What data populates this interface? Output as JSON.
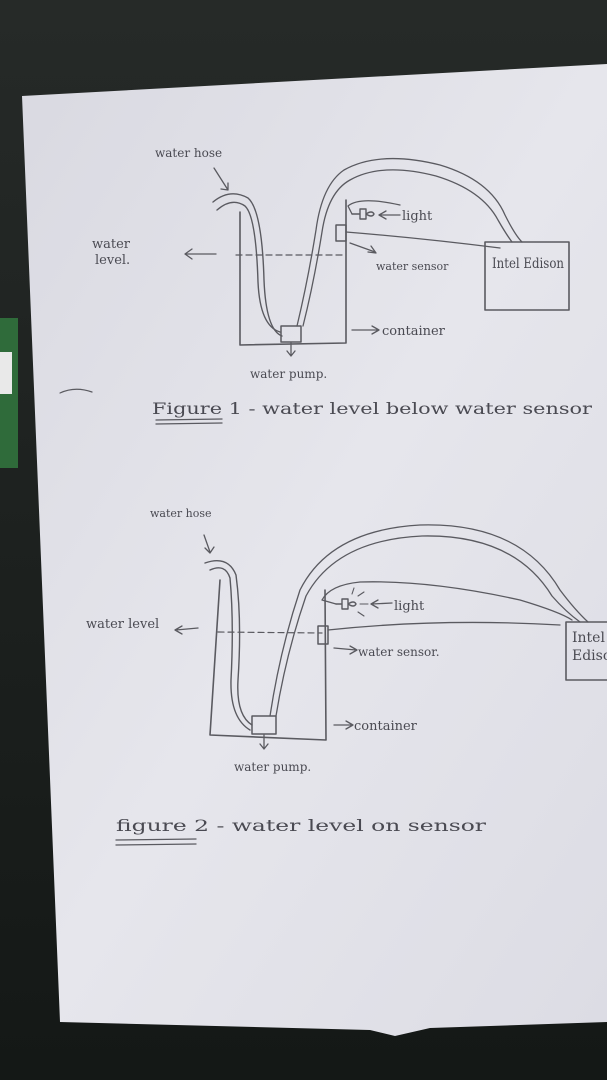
{
  "figure1": {
    "water_hose": "water hose",
    "water_level": "water level.",
    "light": "light",
    "water_sensor": "water sensor",
    "board": "Intel Edison",
    "container": "container",
    "water_pump": "water pump.",
    "caption": "Figure 1 - water level below water sensor"
  },
  "figure2": {
    "water_hose": "water hose",
    "water_level": "water level",
    "light": "light",
    "water_sensor": "water sensor.",
    "board": "Intel Edison",
    "container": "container",
    "water_pump": "water pump.",
    "caption": "figure 2 - water level on sensor"
  },
  "colors": {
    "paper": "#e4e4ea",
    "pencil": "#5a5a60",
    "background": "#1f2421"
  }
}
